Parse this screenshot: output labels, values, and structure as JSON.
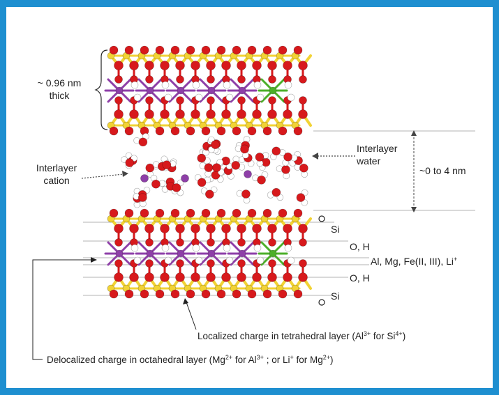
{
  "colors": {
    "border": "#1e8fd0",
    "oxygen": "#d7191c",
    "silicon": "#f2d335",
    "octahedral": "#8e3fa8",
    "substitution": "#4caf2a",
    "hydrogen": "#ffffff",
    "cation": "#8e3fa8",
    "guide_line": "#9a9a9a"
  },
  "labels": {
    "thickness": [
      "~ 0.96 nm",
      "thick"
    ],
    "interlayer_cation": [
      "Interlayer",
      "cation"
    ],
    "interlayer_water": [
      "Interlayer",
      "water"
    ],
    "spacing": "~0 to 4 nm",
    "layer_si_top": "Si",
    "layer_oh_top": "O, H",
    "layer_octa": "Al, Mg, Fe(II, III), Li",
    "layer_octa_sup": "+",
    "layer_oh_bottom": "O, H",
    "layer_si_bottom": "Si",
    "localized_charge": "Localized charge in tetrahedral layer (Al",
    "localized_sup1": "3+",
    "localized_mid": " for Si",
    "localized_sup2": "4+",
    "localized_end": ")",
    "delocalized_charge": "Delocalized charge in octahedral layer (Mg",
    "deloc_sup1": "2+",
    "deloc_mid1": " for Al",
    "deloc_sup2": "3+",
    "deloc_mid2": " ; or Li",
    "deloc_sup3": "+",
    "deloc_mid3": " for Mg",
    "deloc_sup4": "2+",
    "deloc_end": ")"
  }
}
